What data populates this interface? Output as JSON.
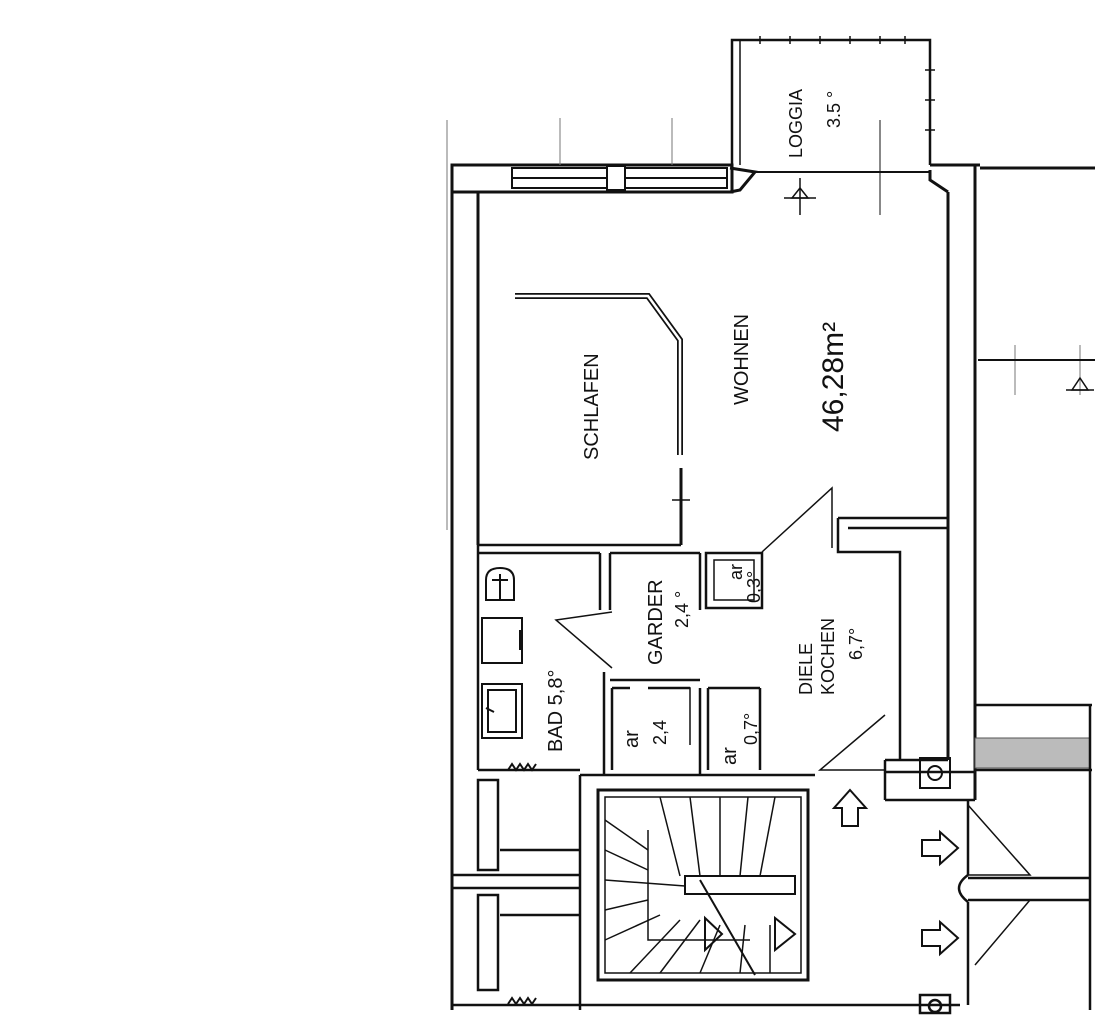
{
  "rooms": {
    "loggia": {
      "name": "LOGGIA",
      "area": "3.5 °"
    },
    "schlafen": {
      "name": "SCHLAFEN"
    },
    "wohnen": {
      "name": "WOHNEN",
      "area": "46,28m²"
    },
    "garder": {
      "name": "GARDER",
      "area": "2,4 °"
    },
    "ar_top": {
      "name": "ar",
      "area": "0,3°"
    },
    "bad": {
      "name": "BAD 5,8°"
    },
    "ar_left": {
      "name": "ar",
      "area": "2,4"
    },
    "ar_mid": {
      "name": "ar",
      "area": "0,7°"
    },
    "kochen": {
      "name1": "DIELE",
      "name2": "KOCHEN",
      "area": "6,7°"
    }
  }
}
